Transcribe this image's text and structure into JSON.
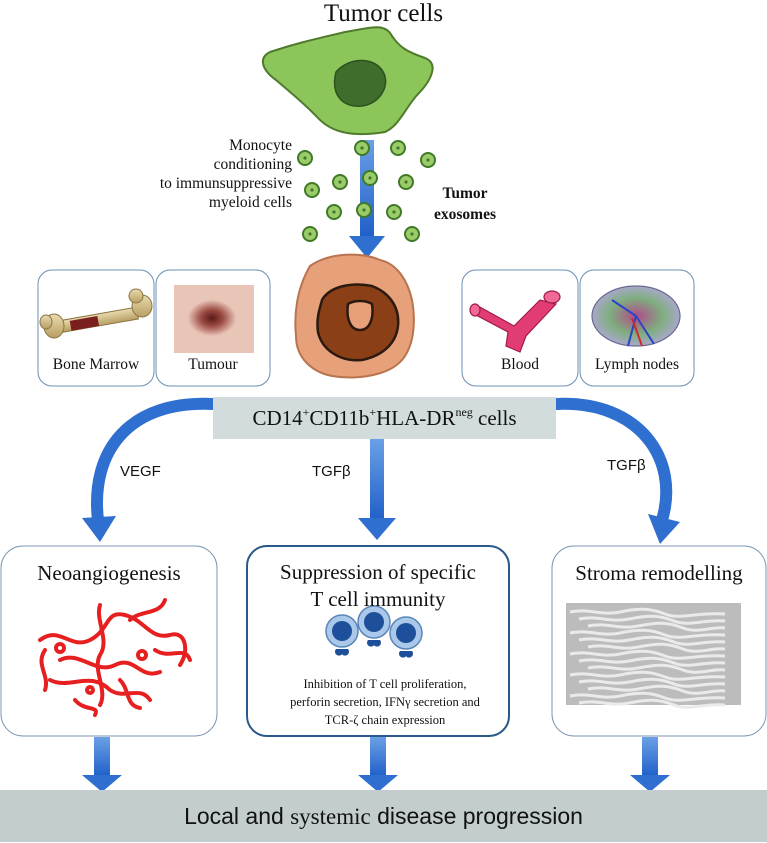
{
  "title": "Tumor cells",
  "monocyte_text": [
    "Monocyte",
    "conditioning",
    "to immunsuppressive",
    "myeloid cells"
  ],
  "exosomes_text": [
    "Tumor",
    "exosomes"
  ],
  "tissues": {
    "bone_marrow": "Bone Marrow",
    "tumour": "Tumour",
    "blood": "Blood",
    "lymph_nodes": "Lymph nodes"
  },
  "cells_bar": {
    "p1": "CD14",
    "s1": "+",
    "p2": "CD11b",
    "s2": "+",
    "p3": "HLA-DR",
    "s3": "neg",
    "p4": " cells"
  },
  "factors": {
    "left": "VEGF",
    "middle": "TGFβ",
    "right": "TGFβ"
  },
  "effects": {
    "neoangiogenesis": "Neoangiogenesis",
    "suppression": [
      "Suppression of specific",
      "T cell immunity"
    ],
    "inhibition": [
      "Inhibition of T cell proliferation,",
      "perforin secretion, IFNγ secretion and",
      "TCR-ζ chain expression"
    ],
    "stroma": "Stroma remodelling"
  },
  "bottom_bar": {
    "part1": "Local and ",
    "part2": "systemic",
    "part3": " disease progression"
  },
  "colors": {
    "arrow_blue": "#2f6fd0",
    "tumor_green": "#8cc65a",
    "exosome_green": "#6da84a",
    "myeloid_orange": "#e6a07a",
    "vessel_red": "#e62020",
    "bar_gray": "#c4cdcd"
  }
}
